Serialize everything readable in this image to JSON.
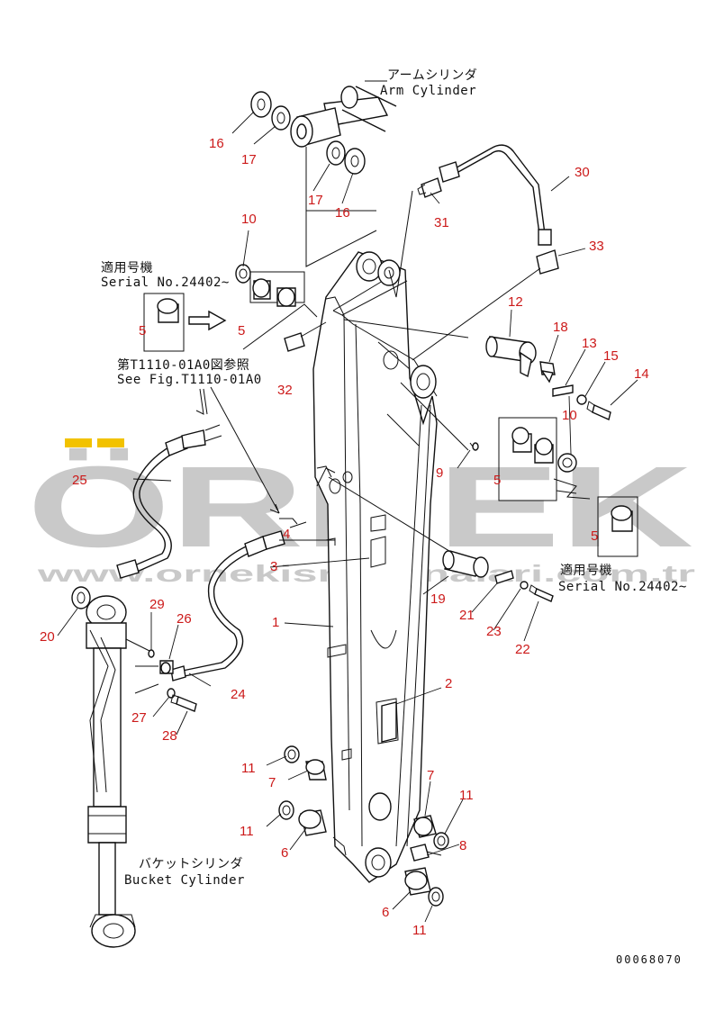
{
  "labels": {
    "arm_cylinder_jp": "アームシリンダ",
    "arm_cylinder_en": "Arm Cylinder",
    "bucket_cylinder_jp": "バケットシリンダ",
    "bucket_cylinder_en": "Bucket Cylinder",
    "serial_jp": "適用号機",
    "serial_top": "Serial No.24402~",
    "serial_right": "Serial No.24402~",
    "see_fig_jp": "第T1110-01A0図参照",
    "see_fig_en": "See Fig.T1110-01A0",
    "drawing_code": "00068070"
  },
  "watermark": {
    "logo": "ÖRNEK",
    "url": "www.ornekismakinalari.com.tr"
  },
  "callouts": {
    "c16a": "16",
    "c17a": "17",
    "c17b": "17",
    "c16b": "16",
    "c10a": "10",
    "c5a": "5",
    "c5b": "5",
    "c32": "32",
    "c31": "31",
    "c30": "30",
    "c33": "33",
    "c12": "12",
    "c18": "18",
    "c13": "13",
    "c15": "15",
    "c14": "14",
    "c10b": "10",
    "c9": "9",
    "c5c": "5",
    "c5d": "5",
    "c25": "25",
    "c4": "4",
    "c3": "3",
    "c1": "1",
    "c19": "19",
    "c21": "21",
    "c23": "23",
    "c22": "22",
    "c20": "20",
    "c29": "29",
    "c26": "26",
    "c24": "24",
    "c27": "27",
    "c28": "28",
    "c2": "2",
    "c11a": "11",
    "c7a": "7",
    "c7b": "7",
    "c11b": "11",
    "c11c": "11",
    "c6a": "6",
    "c8": "8",
    "c6b": "6",
    "c11d": "11"
  },
  "colors": {
    "callout": "#cc1a1a",
    "line": "#111111",
    "watermark": "#c9c9c9",
    "watermark_accent": "#f2c200"
  }
}
